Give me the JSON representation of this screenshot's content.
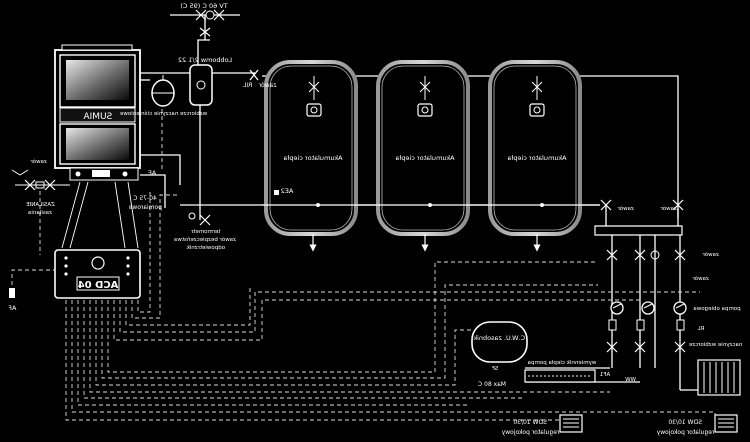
{
  "boiler": {
    "display": "SUMIA"
  },
  "controller": {
    "title": "ACD 04"
  },
  "tanks": [
    {
      "label": "Akumulator ciepła"
    },
    {
      "label": "Akumulator ciepła"
    },
    {
      "label": "Akumulator ciepła"
    }
  ],
  "labels": {
    "tv_valve": "TV 60 C (95 C)",
    "separator": "Lobbomw 2/1 22",
    "ril": "RIL",
    "zawor_top": "zawór",
    "naczynie": "wzbiorcze naczynie ciśnieniowe",
    "ae": "AE",
    "ae2": "AE2",
    "pomiar_1": "40-75 C",
    "pomiar_2": "pomiarowe",
    "zasilanie_1": "ZASILANIE",
    "zasilanie_2": "zasilania",
    "zawor_left": "zawór",
    "termometr": "termometr",
    "zawor_bezpieczenstwa": "zawór bezpieczeństwa",
    "odpowietrznik": "odpowietrznik",
    "af": "AF",
    "zawor_r1": "zawór",
    "zawor_r2": "zawór",
    "zawor_r3": "zawór",
    "pompa": "pompa obiegowa",
    "rl": "RL",
    "naczynie_r": "naczynie wzbiorcze",
    "cwu": "C.W.U. zasobnik",
    "wymiennik": "wymiennik ciepła pompa",
    "af1": "AF1",
    "ww": "WW",
    "sf": "SF",
    "max80": "Max 80 C",
    "sdw_left_model": "SDW 10/30",
    "sdw_left_label": "regulator pokojowy",
    "sdw_right_model": "SDW 10/30",
    "sdw_right_label": "regulator pokojowy"
  }
}
